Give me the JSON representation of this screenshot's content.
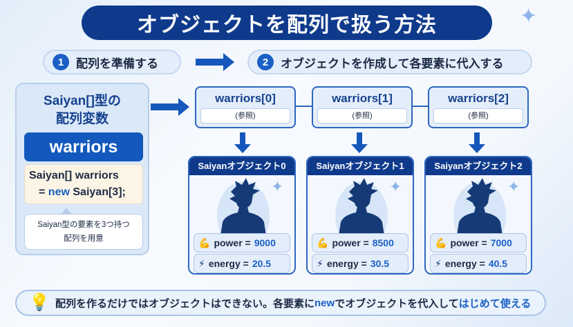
{
  "title": "オブジェクトを配列で扱う方法",
  "steps": [
    {
      "num": "1",
      "label": "配列を準備する"
    },
    {
      "num": "2",
      "label": "オブジェクトを作成して各要素に代入する"
    }
  ],
  "left_panel": {
    "heading_line1": "Saiyan[]型の",
    "heading_line2": "配列変数",
    "var_name": "warriors",
    "code_line1": "Saiyan[] warriors",
    "code_eq": "=",
    "code_new": "new",
    "code_rest": "Saiyan[3];",
    "note_line1": "Saiyan型の要素を3つ持つ",
    "note_line2": "配列を用意"
  },
  "refs": [
    {
      "name": "warriors[0]",
      "sub": "(参照)"
    },
    {
      "name": "warriors[1]",
      "sub": "(参照)"
    },
    {
      "name": "warriors[2]",
      "sub": "(参照)"
    }
  ],
  "objects": [
    {
      "title": "Saiyanオブジェクト0",
      "power_label": "power =",
      "power": "9000",
      "energy_label": "energy =",
      "energy": "20.5"
    },
    {
      "title": "Saiyanオブジェクト1",
      "power_label": "power =",
      "power": "8500",
      "energy_label": "energy =",
      "energy": "30.5"
    },
    {
      "title": "Saiyanオブジェクト2",
      "power_label": "power =",
      "power": "7000",
      "energy_label": "energy =",
      "energy": "40.5"
    }
  ],
  "banner": {
    "text1": "配列を作るだけではオブジェクトはできない。各要素に ",
    "new": "new",
    "text2": " でオブジェクトを代入して",
    "highlight": "はじめて使える"
  },
  "colors": {
    "navy": "#0f3a8c",
    "accent": "#1a5fc4"
  }
}
